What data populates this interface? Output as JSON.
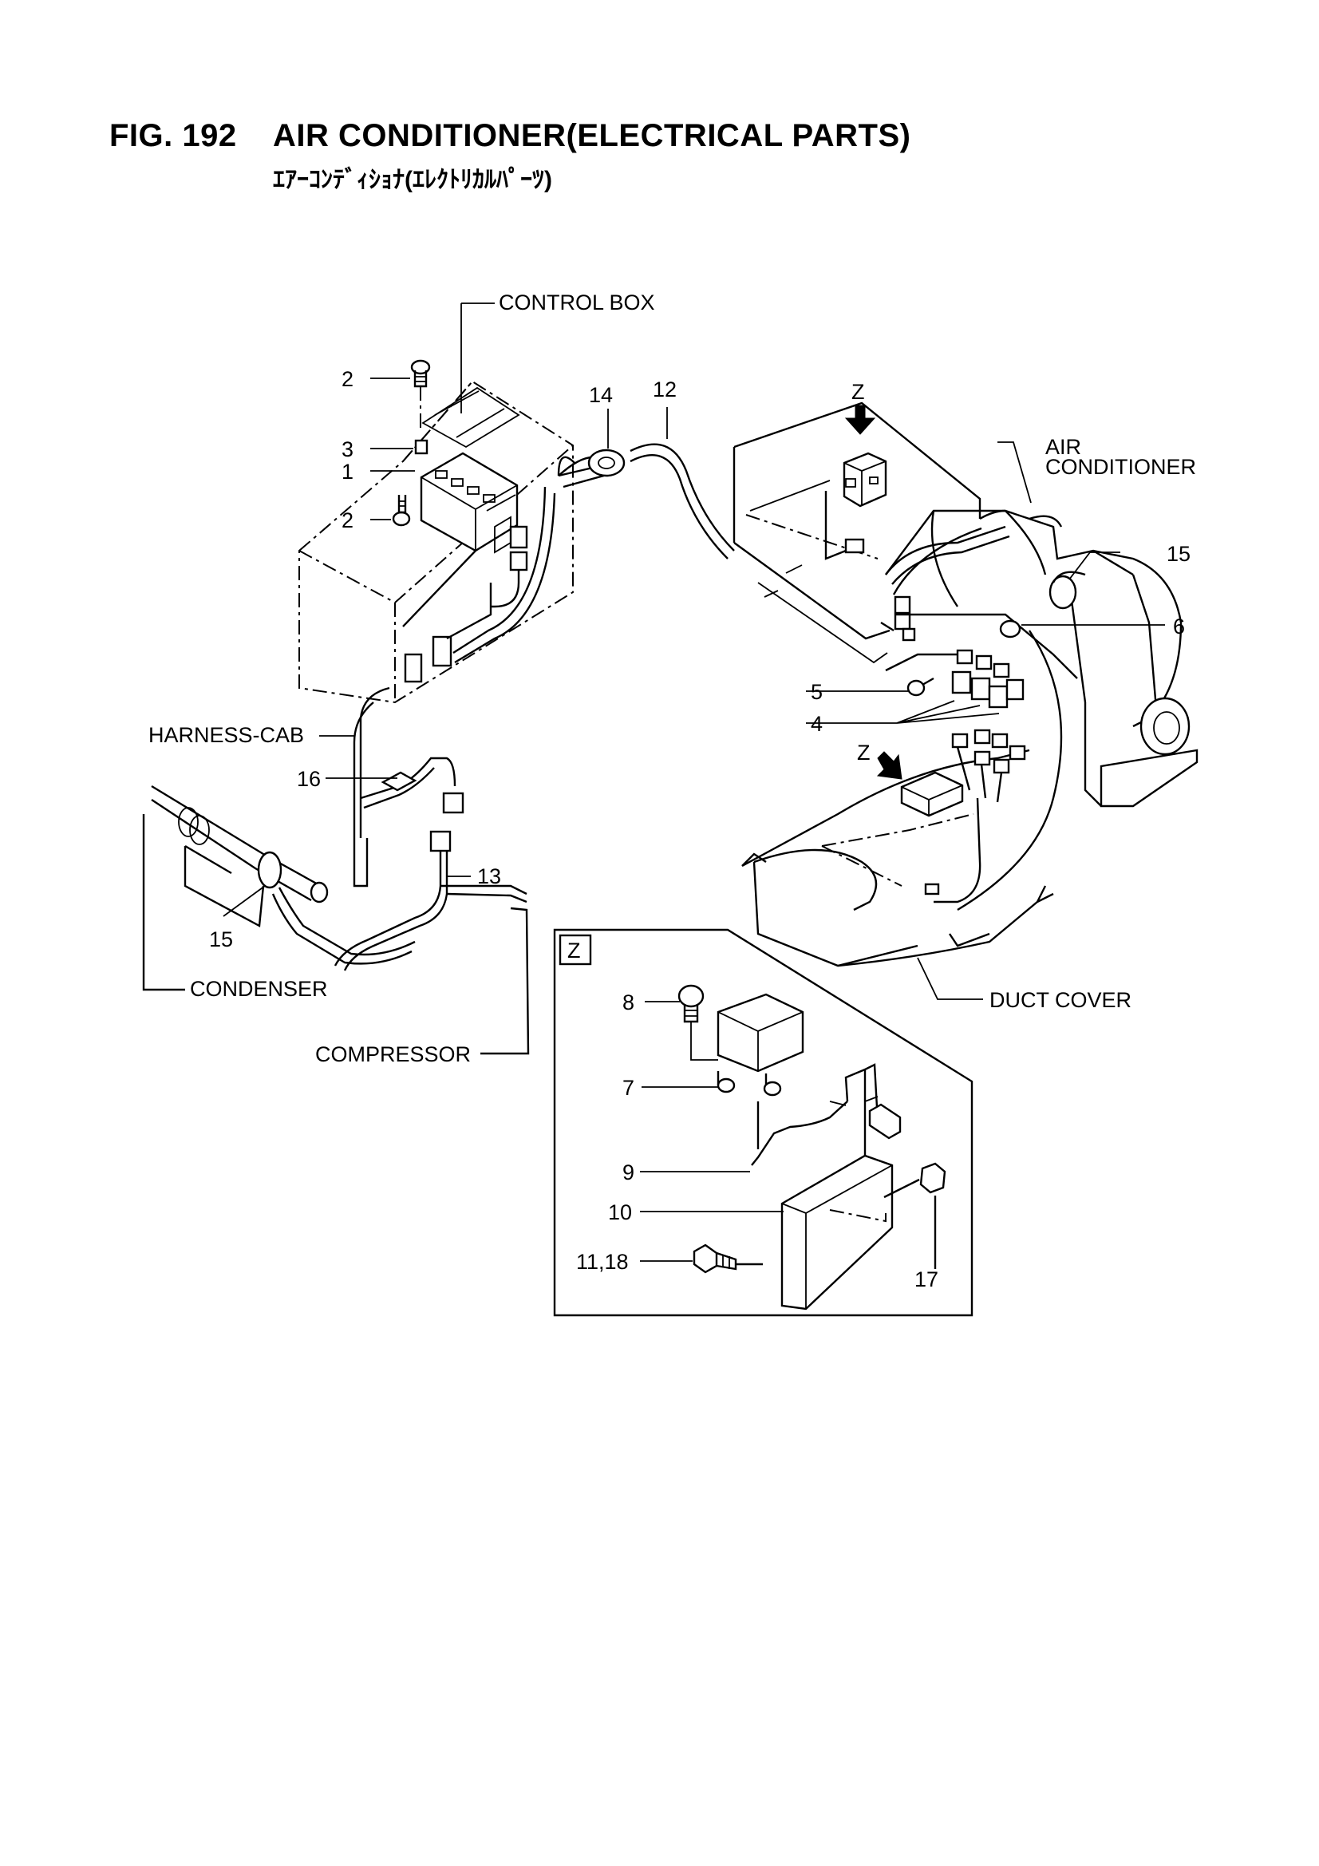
{
  "header": {
    "figure_number": "FIG. 192",
    "title": "AIR CONDITIONER(ELECTRICAL PARTS)",
    "subtitle": "ｴｱｰｺﾝﾃﾞｨｼｮﾅ(ｴﾚｸﾄﾘｶﾙﾊﾟｰﾂ)"
  },
  "labels": {
    "control_box": "CONTROL BOX",
    "air_conditioner_1": "AIR",
    "air_conditioner_2": "CONDITIONER",
    "harness_cab": "HARNESS-CAB",
    "condenser": "CONDENSER",
    "compressor": "COMPRESSOR",
    "duct_cover": "DUCT COVER",
    "view_z": "Z",
    "view_z_arrow_top": "Z",
    "view_z_arrow_mid": "Z"
  },
  "callouts": {
    "c1": "1",
    "c2a": "2",
    "c2b": "2",
    "c3": "3",
    "c4": "4",
    "c5": "5",
    "c6": "6",
    "c7": "7",
    "c8": "8",
    "c9": "9",
    "c10": "10",
    "c11_18": "11,18",
    "c12": "12",
    "c13": "13",
    "c14": "14",
    "c15a": "15",
    "c15b": "15",
    "c16": "16",
    "c17": "17"
  }
}
